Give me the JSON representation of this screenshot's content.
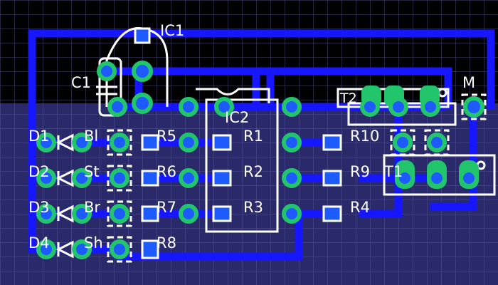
{
  "board": {
    "colors": {
      "top_background": "#000000",
      "bottom_background": "#2a2a6a",
      "grid": "#6a6aa8",
      "trace": "#1717ff",
      "pad_ring": "#22c56b",
      "pad_core": "#1e5bff",
      "silkscreen": "#ffffff"
    }
  },
  "labels": {
    "ic1": "IC1",
    "ic2": "IC2",
    "c1": "C1",
    "d1": "D1",
    "d2": "D2",
    "d3": "D3",
    "d4": "D4",
    "bl": "Bl",
    "st": "St",
    "br": "Br",
    "sh": "Sh",
    "r1": "R1",
    "r2": "R2",
    "r3": "R3",
    "r4": "R4",
    "r5": "R5",
    "r6": "R6",
    "r7": "R7",
    "r8": "R8",
    "r9": "R9",
    "r10": "R10",
    "t1": "T1",
    "t2": "T2",
    "m": "M"
  }
}
